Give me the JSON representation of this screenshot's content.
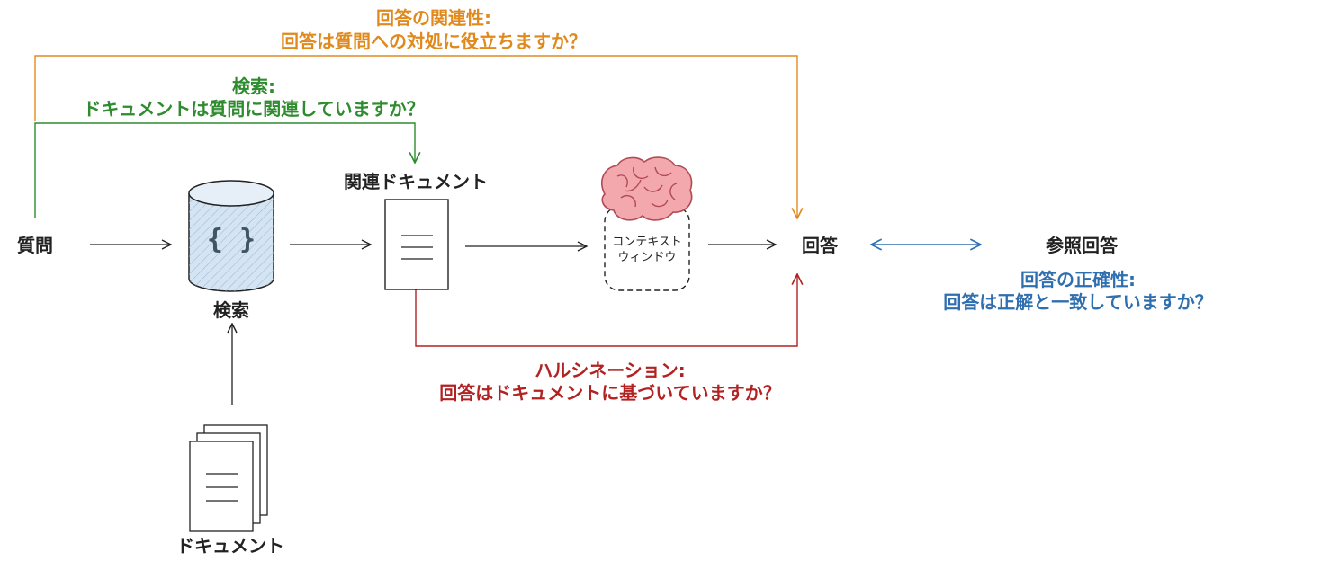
{
  "colors": {
    "relevance": "#e08a1e",
    "retrieval": "#2e8b2e",
    "hallucination": "#b22222",
    "correctness": "#2f6fb0",
    "ink": "#222222",
    "db_fill": "#d4e4f2",
    "brain_fill": "#f2a8ac",
    "brain_stroke": "#b24a55"
  },
  "labels": {
    "question": "質問",
    "retriever": "検索",
    "documents": "ドキュメント",
    "relevant_docs": "関連ドキュメント",
    "context_window": [
      "コンテキスト",
      "ウィンドウ"
    ],
    "answer": "回答",
    "reference_answer": "参照回答",
    "db_icon": "{ }"
  },
  "annotations": {
    "answer_relevance": {
      "title": "回答の関連性:",
      "question": "回答は質問への対処に役立ちますか？"
    },
    "retrieval": {
      "title": "検索:",
      "question": "ドキュメントは質問に関連していますか？"
    },
    "hallucination": {
      "title": "ハルシネーション:",
      "question": "回答はドキュメントに基づいていますか？"
    },
    "correctness": {
      "title": "回答の正確性:",
      "question": "回答は正解と一致していますか？"
    }
  }
}
